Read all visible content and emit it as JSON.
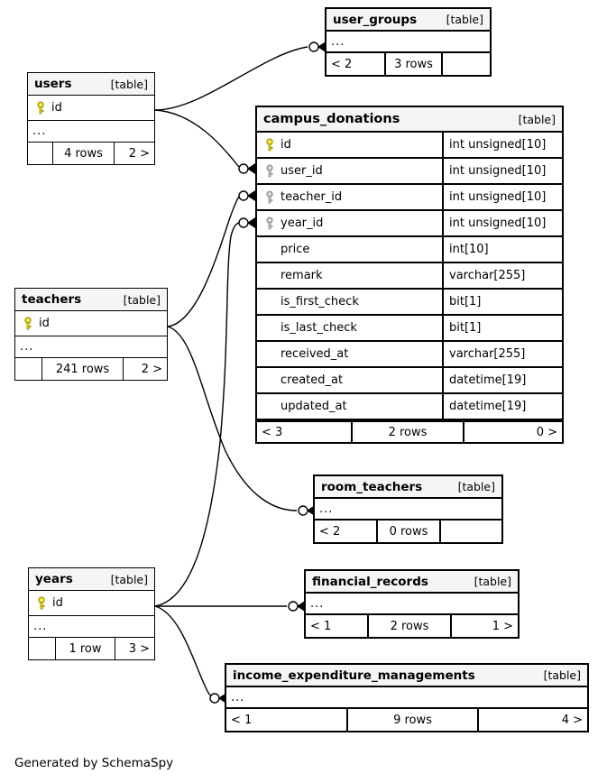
{
  "diagram": {
    "generator_note": "Generated by SchemaSpy",
    "kind_label": "[table]",
    "ellipsis": "...",
    "pk_icon": "yellow-key-icon",
    "fk_icon": "gray-key-icon"
  },
  "tables": {
    "user_groups": {
      "name": "user_groups",
      "kind": "[table]",
      "ellipsis": "...",
      "foot_left": "< 2",
      "foot_mid": "3 rows",
      "foot_right": ""
    },
    "users": {
      "name": "users",
      "kind": "[table]",
      "ellipsis": "...",
      "columns": [
        {
          "name": "id",
          "key": "primary",
          "type": ""
        }
      ],
      "foot_left": "",
      "foot_mid": "4 rows",
      "foot_right": "2 >"
    },
    "campus_donations": {
      "name": "campus_donations",
      "kind": "[table]",
      "columns": [
        {
          "name": "id",
          "key": "primary",
          "type": "int unsigned[10]"
        },
        {
          "name": "user_id",
          "key": "foreign",
          "type": "int unsigned[10]"
        },
        {
          "name": "teacher_id",
          "key": "foreign",
          "type": "int unsigned[10]"
        },
        {
          "name": "year_id",
          "key": "foreign",
          "type": "int unsigned[10]"
        },
        {
          "name": "price",
          "key": "none",
          "type": "int[10]"
        },
        {
          "name": "remark",
          "key": "none",
          "type": "varchar[255]"
        },
        {
          "name": "is_first_check",
          "key": "none",
          "type": "bit[1]"
        },
        {
          "name": "is_last_check",
          "key": "none",
          "type": "bit[1]"
        },
        {
          "name": "received_at",
          "key": "none",
          "type": "varchar[255]"
        },
        {
          "name": "created_at",
          "key": "none",
          "type": "datetime[19]"
        },
        {
          "name": "updated_at",
          "key": "none",
          "type": "datetime[19]"
        }
      ],
      "foot_left": "< 3",
      "foot_mid": "2 rows",
      "foot_right": "0 >"
    },
    "teachers": {
      "name": "teachers",
      "kind": "[table]",
      "ellipsis": "...",
      "columns": [
        {
          "name": "id",
          "key": "primary",
          "type": ""
        }
      ],
      "foot_left": "",
      "foot_mid": "241 rows",
      "foot_right": "2 >"
    },
    "room_teachers": {
      "name": "room_teachers",
      "kind": "[table]",
      "ellipsis": "...",
      "foot_left": "< 2",
      "foot_mid": "0 rows",
      "foot_right": ""
    },
    "years": {
      "name": "years",
      "kind": "[table]",
      "ellipsis": "...",
      "columns": [
        {
          "name": "id",
          "key": "primary",
          "type": ""
        }
      ],
      "foot_left": "",
      "foot_mid": "1 row",
      "foot_right": "3 >"
    },
    "financial_records": {
      "name": "financial_records",
      "kind": "[table]",
      "ellipsis": "...",
      "foot_left": "< 1",
      "foot_mid": "2 rows",
      "foot_right": "1 >"
    },
    "income_expenditure_managements": {
      "name": "income_expenditure_managements",
      "kind": "[table]",
      "ellipsis": "...",
      "foot_left": "< 1",
      "foot_mid": "9 rows",
      "foot_right": "4 >"
    }
  },
  "relationships": [
    {
      "from": "users",
      "to": "user_groups"
    },
    {
      "from": "users",
      "to": "campus_donations.user_id"
    },
    {
      "from": "teachers",
      "to": "campus_donations.teacher_id"
    },
    {
      "from": "teachers",
      "to": "room_teachers"
    },
    {
      "from": "years",
      "to": "campus_donations.year_id"
    },
    {
      "from": "years",
      "to": "financial_records"
    },
    {
      "from": "years",
      "to": "income_expenditure_managements"
    }
  ],
  "colors": {
    "primary_key": "#e8dd00",
    "foreign_key": "#b3b3b3",
    "header_bg": "#f5f5f5",
    "border": "#000000",
    "background": "#ffffff"
  }
}
